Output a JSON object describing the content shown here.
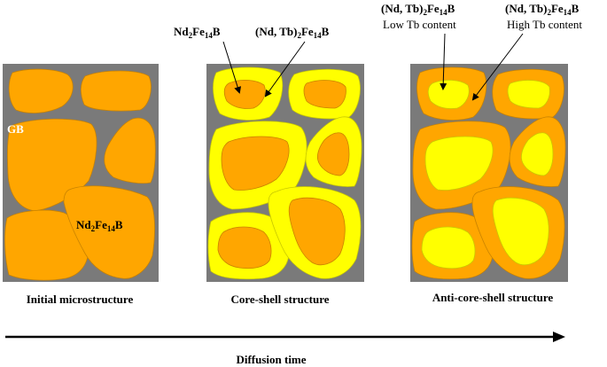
{
  "panels": [
    {
      "caption": "Initial microstructure"
    },
    {
      "caption": "Core-shell structure"
    },
    {
      "caption": "Anti-core-shell structure"
    }
  ],
  "labels": {
    "gb": "GB",
    "nd_prefix": "Nd",
    "nd_sub1": "2",
    "nd_mid": "Fe",
    "nd_sub2": "14",
    "nd_suffix": "B",
    "ndtb_prefix": "(Nd, Tb)",
    "low_tb": "Low Tb content",
    "high_tb": "High Tb content"
  },
  "axis": {
    "label": "Diffusion time"
  },
  "colors": {
    "grain_boundary": "#7a7a7a",
    "grain_orange": "#ffa600",
    "grain_yellow": "#ffff00",
    "arrow": "#000000"
  }
}
